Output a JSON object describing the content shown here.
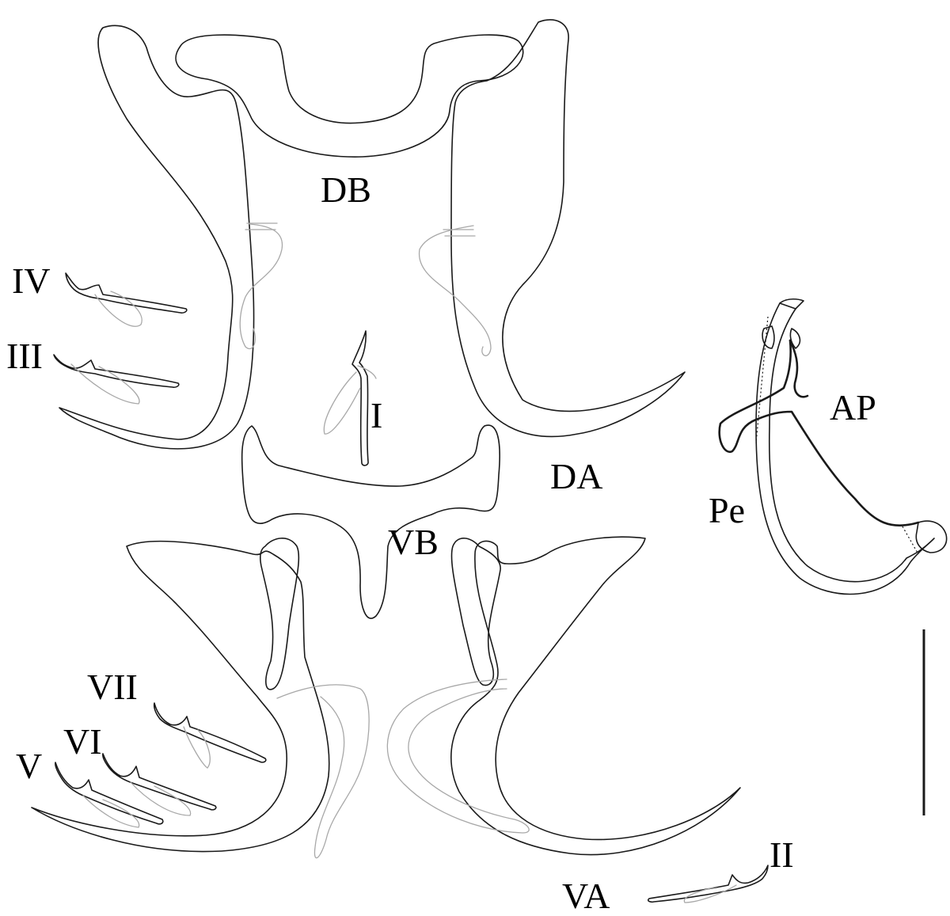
{
  "labels": {
    "DB": "DB",
    "DA": "DA",
    "VB": "VB",
    "VA": "VA",
    "AP": "AP",
    "Pe": "Pe",
    "I": "I",
    "II": "II",
    "III": "III",
    "IV": "IV",
    "V": "V",
    "VI": "VI",
    "VII": "VII"
  },
  "colors": {
    "outline": "#1a1a1a",
    "faint_outline": "#a8a8a8",
    "background": "#ffffff"
  }
}
